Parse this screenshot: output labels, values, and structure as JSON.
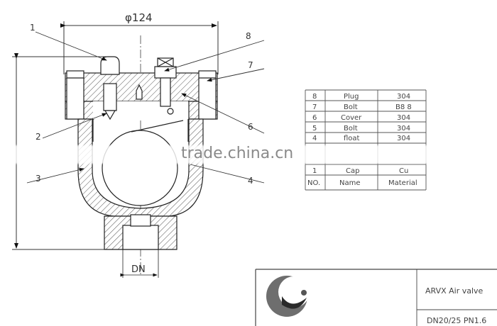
{
  "dimensions": {
    "diameter": "φ124",
    "port": "DN"
  },
  "callouts": [
    "1",
    "2",
    "3",
    "4",
    "6",
    "7",
    "8"
  ],
  "parts_table": {
    "rows": [
      {
        "no": "8",
        "name": "Plug",
        "material": "304"
      },
      {
        "no": "7",
        "name": "Bolt",
        "material": "B8 8"
      },
      {
        "no": "6",
        "name": "Cover",
        "material": "304"
      },
      {
        "no": "5",
        "name": "Bolt",
        "material": "304"
      },
      {
        "no": "4",
        "name": "float",
        "material": "304"
      },
      {
        "no": "1",
        "name": "Cap",
        "material": "Cu"
      }
    ],
    "header": {
      "no": "NO.",
      "name": "Name",
      "material": "Material"
    }
  },
  "title_block": {
    "title": "ARVX Air valve",
    "spec": "DN20/25 PN1.6"
  },
  "watermark": "trade.china.cn"
}
